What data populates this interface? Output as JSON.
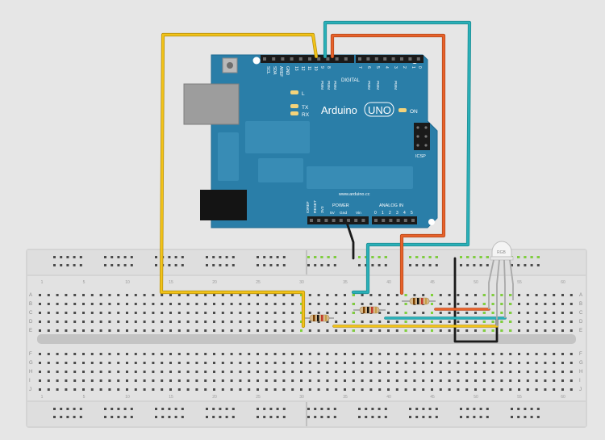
{
  "board": {
    "brand": "Arduino",
    "model": "UNO",
    "website": "www.arduino.cc",
    "label_digital": "DIGITAL",
    "label_pwm": "PWM",
    "label_analog_in": "ANALOG IN",
    "label_power": "POWER",
    "label_icsp": "ICSP",
    "label_on": "ON",
    "led_l": "L",
    "led_tx": "TX",
    "led_rx": "RX",
    "top_pin_labels": [
      "SCL",
      "SDA",
      "AREF",
      "GND",
      "13",
      "12",
      "11",
      "10",
      "9",
      "8",
      "7",
      "6",
      "5",
      "4",
      "3",
      "2",
      "1",
      "0"
    ],
    "power_pin_labels": [
      "IOREF",
      "RESET",
      "3V3",
      "5V",
      "Gnd",
      "Gnd",
      "Vin"
    ],
    "analog_pin_labels": [
      "0",
      "1",
      "2",
      "3",
      "4",
      "5"
    ]
  },
  "breadboard": {
    "row_letters_top": [
      "A",
      "B",
      "C",
      "D",
      "E"
    ],
    "row_letters_bottom": [
      "F",
      "G",
      "H",
      "I",
      "J"
    ],
    "column_numbers": [
      "1",
      "5",
      "10",
      "15",
      "20",
      "25",
      "30",
      "35",
      "40",
      "45",
      "50",
      "55",
      "60"
    ]
  },
  "led": {
    "label": "RGB"
  },
  "colors": {
    "board": "#2a7ea8",
    "wire_yellow": "#f2c318",
    "wire_teal": "#2ab0b8",
    "wire_orange": "#e8622a",
    "wire_black": "#202020",
    "highlight_green": "#7fd13b"
  }
}
